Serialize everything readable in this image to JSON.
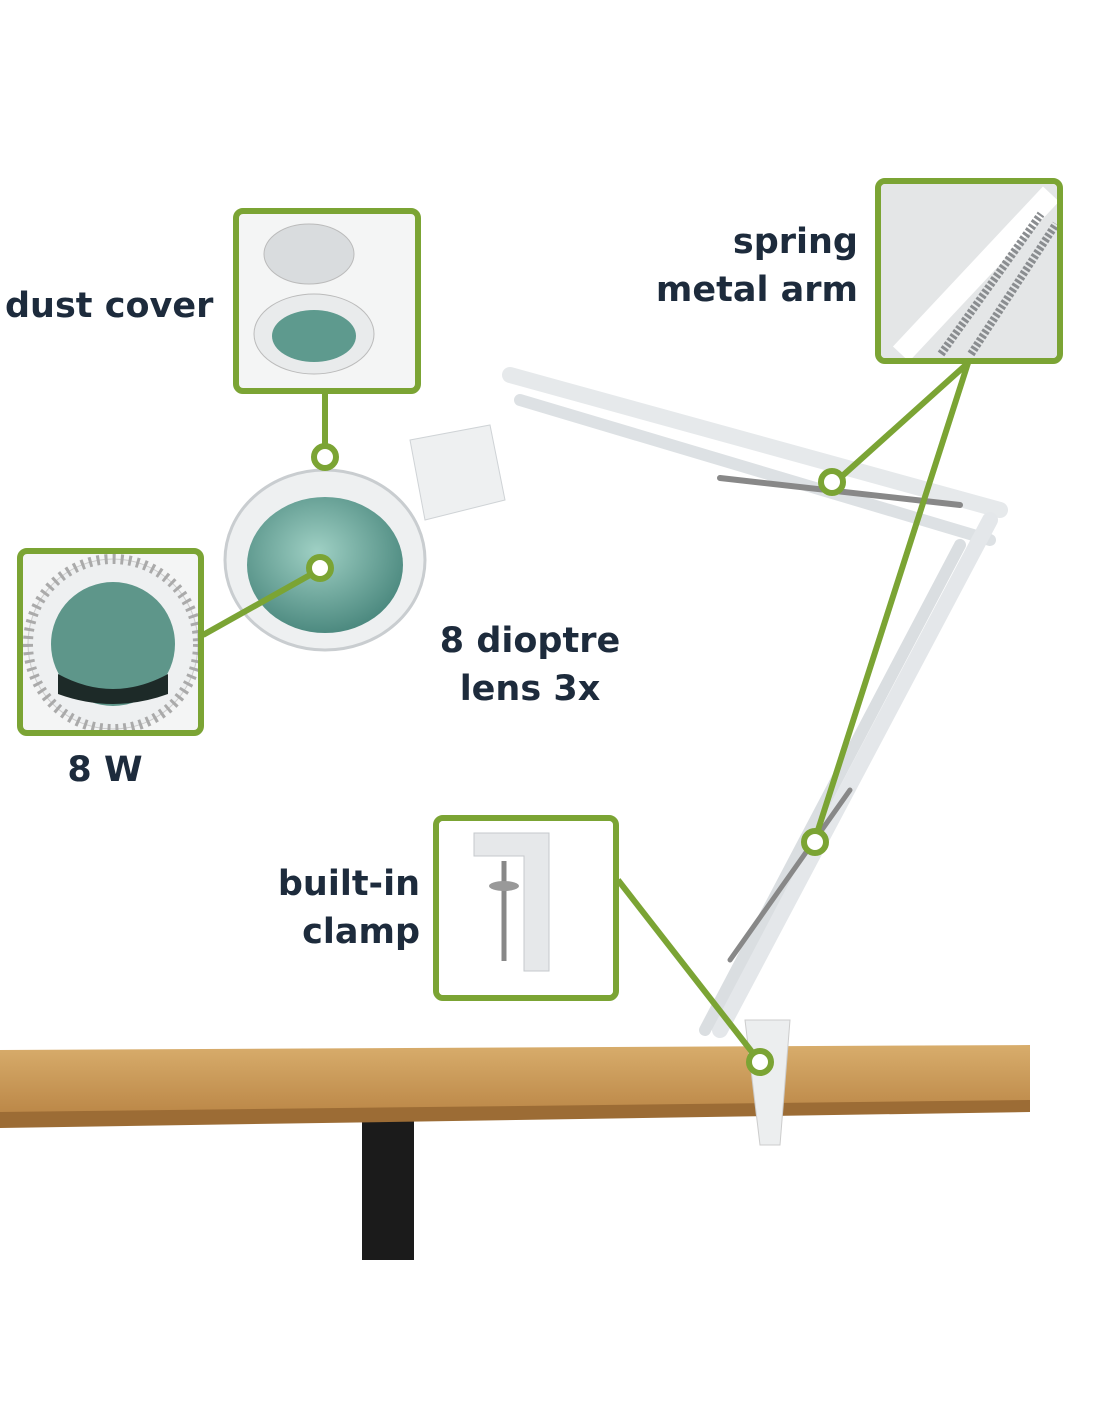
{
  "callouts": {
    "dust_cover": "dust cover",
    "spring_line1": "spring",
    "spring_line2": "metal arm",
    "lens_line1": "8 dioptre",
    "lens_line2": "lens 3x",
    "power": "8 W",
    "clamp_line1": "built-in",
    "clamp_line2": "clamp"
  },
  "colors": {
    "accent": "#7ba434",
    "text": "#1d2b3c",
    "table": "#c99a5a"
  }
}
